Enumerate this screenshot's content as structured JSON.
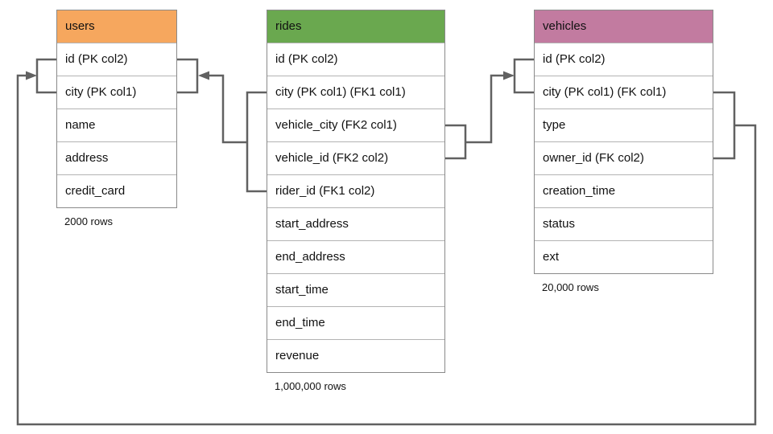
{
  "diagram": {
    "background_color": "#ffffff",
    "connector_color": "#616161",
    "tables": [
      {
        "id": "users",
        "title": "users",
        "header_color": "#f6a75e",
        "caption": "2000 rows",
        "columns": [
          "id (PK col2)",
          "city (PK col1)",
          "name",
          "address",
          "credit_card"
        ]
      },
      {
        "id": "rides",
        "title": "rides",
        "header_color": "#6aa84f",
        "caption": "1,000,000 rows",
        "columns": [
          "id (PK col2)",
          "city (PK col1) (FK1 col1)",
          "vehicle_city (FK2 col1)",
          "vehicle_id (FK2 col2)",
          "rider_id (FK1 col2)",
          "start_address",
          "end_address",
          "start_time",
          "end_time",
          "revenue"
        ]
      },
      {
        "id": "vehicles",
        "title": "vehicles",
        "header_color": "#c27ba0",
        "caption": "20,000 rows",
        "columns": [
          "id (PK col2)",
          "city (PK col1) (FK col1)",
          "type",
          "owner_id (FK col2)",
          "creation_time",
          "status",
          "ext"
        ]
      }
    ],
    "relationships": [
      {
        "label": "FK1",
        "from": "rides (city, rider_id)",
        "to": "users (id, city)"
      },
      {
        "label": "FK2",
        "from": "rides (vehicle_city, vehicle_id)",
        "to": "vehicles (id, city)"
      },
      {
        "label": "FK",
        "from": "vehicles (city, owner_id)",
        "to": "users (id, city)"
      }
    ]
  }
}
